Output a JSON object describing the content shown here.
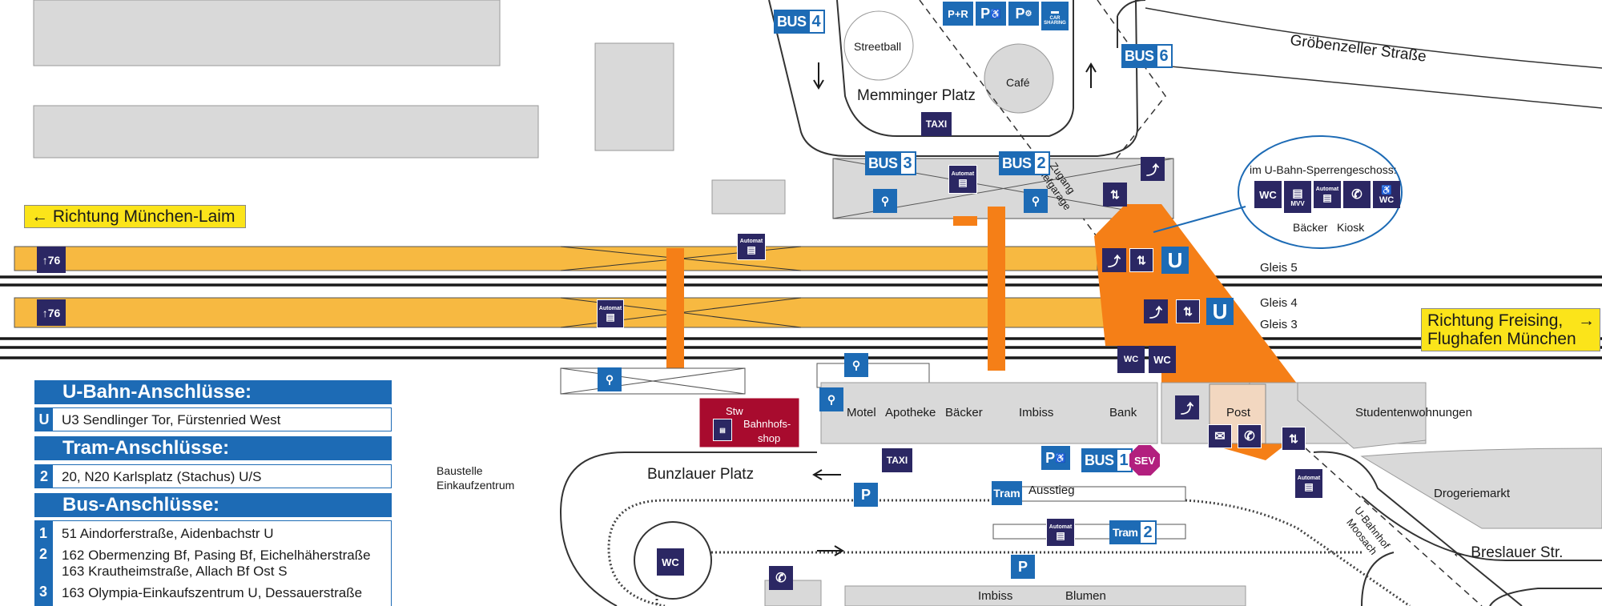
{
  "colors": {
    "platform": "#f7b941",
    "crossing": "#f57f17",
    "building": "#d9d9d9",
    "track": "#1a1a1a",
    "blue": "#1d6bb5",
    "dark": "#2b2763",
    "banner": "#fbe41a",
    "stw": "#a80b2e",
    "post": "#f2d7c0",
    "sev": "#b21f7e"
  },
  "directions": {
    "west": "← Richtung München-Laim",
    "east_line1": "Richtung Freising,",
    "east_line2": "Flughafen München",
    "east_arrow": "→"
  },
  "tracks": {
    "gleis5": "Gleis 5",
    "gleis4": "Gleis 4",
    "gleis3": "Gleis 3"
  },
  "places": {
    "streetball": "Streetball",
    "cafe": "Café",
    "memminger_platz": "Memminger Platz",
    "groebenzeller": "Gröbenzeller Straße",
    "zugang": "Zugang",
    "tiefgarage": "Tiefgarage",
    "bunzlauer_platz": "Bunzlauer Platz",
    "breslauer": "← Breslauer Str.",
    "baustelle_l1": "Baustelle",
    "baustelle_l2": "Einkaufzentrum",
    "motel": "Motel",
    "apotheke": "Apotheke",
    "baecker": "Bäcker",
    "imbiss": "Imbiss",
    "bank": "Bank",
    "post": "Post",
    "studenten": "Studentenwohnungen",
    "drogerie": "Drogeriemarkt",
    "ausstieg": "Ausstieg",
    "imbiss2": "Imbiss",
    "blumen": "Blumen",
    "ubahnhof_l1": "U-Bahnhof",
    "ubahnhof_l2": "Moosach",
    "stw": "Stw",
    "shop_l1": "Bahnhofs-",
    "shop_l2": "shop"
  },
  "callout": {
    "title": "im U-Bahn-Sperrengeschoss:",
    "baecker": "Bäcker",
    "kiosk": "Kiosk"
  },
  "icons": {
    "bus": "BUS",
    "taxi": "TAXI",
    "tram": "Tram",
    "sev": "SEV",
    "wc": "WC",
    "pr": "P+R",
    "p": "P",
    "automat": "Automat",
    "car_sharing_l1": "CAR",
    "car_sharing_l2": "SHARING",
    "mvv": "MVV",
    "u": "U",
    "platform_length": "76",
    "bus_numbers": [
      "4",
      "6",
      "3",
      "2",
      "1"
    ],
    "tram_number": "2"
  },
  "legend": {
    "ubahn_title": "U-Bahn-Anschlüsse:",
    "ubahn_badge": "U",
    "ubahn_row": "U3 Sendlinger Tor, Fürstenried West",
    "tram_title": "Tram-Anschlüsse:",
    "tram_badge": "2",
    "tram_row": "20, N20 Karlsplatz (Stachus) U/S",
    "bus_title": "Bus-Anschlüsse:",
    "bus_rows": [
      {
        "num": "1",
        "text": "51 Aindorferstraße, Aidenbachstr U"
      },
      {
        "num": "2",
        "text": "162 Obermenzing Bf, Pasing Bf, Eichelhäherstraße"
      },
      {
        "num": "",
        "text": "163 Krautheimstraße, Allach Bf Ost S"
      },
      {
        "num": "3",
        "text": "163 Olympia-Einkaufszentrum U, Dessauerstraße"
      }
    ]
  }
}
